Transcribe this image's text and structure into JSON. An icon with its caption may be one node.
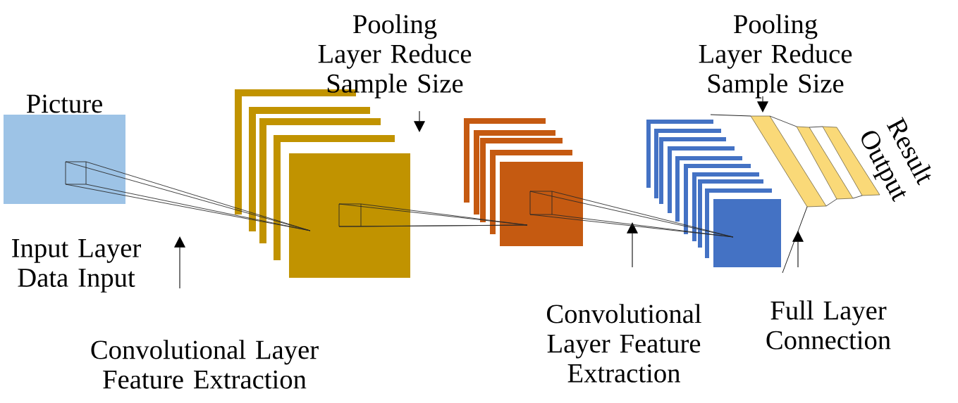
{
  "diagram": {
    "nodes": [
      {
        "text": [
          "Picture"
        ]
      },
      {
        "text": [],
        "shape": "box"
      },
      {
        "text": [],
        "shape": "box"
      },
      {
        "text": [],
        "shape": "box"
      },
      {
        "text": [],
        "shape": "bar"
      }
    ],
    "labels": [
      "Pooling Layer Reduce Sample Size",
      "Pooling Layer Reduce Sample Size",
      "Result Output",
      "Input Layer Data Input",
      "Convolutional Layer Feature Extraction",
      "Full Layer Connection",
      "Convolutional Layer Feature Extraction"
    ]
  }
}
